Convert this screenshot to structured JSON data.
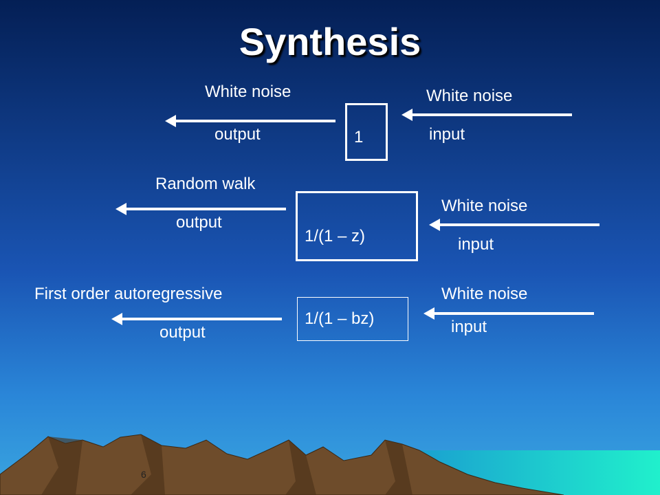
{
  "slide": {
    "title": "Synthesis",
    "page_number": "6",
    "colors": {
      "sky_top": "#062a6b",
      "sky_mid": "#1b58b8",
      "sky_bottom": "#2a7fd6",
      "sea": "#1ee0c8",
      "mountain": "#6b4a2a",
      "text": "#ffffff"
    }
  },
  "rows": [
    {
      "output_title": "White noise",
      "output_label": "output",
      "transfer": "1",
      "input_title": "White noise",
      "input_label": "input"
    },
    {
      "output_title": "Random walk",
      "output_label": "output",
      "transfer": "1/(1 – z)",
      "input_title": "White noise",
      "input_label": "input"
    },
    {
      "output_title": "First order autoregressive",
      "output_label": "output",
      "transfer": "1/(1 – bz)",
      "input_title": "White noise",
      "input_label": "input"
    }
  ]
}
